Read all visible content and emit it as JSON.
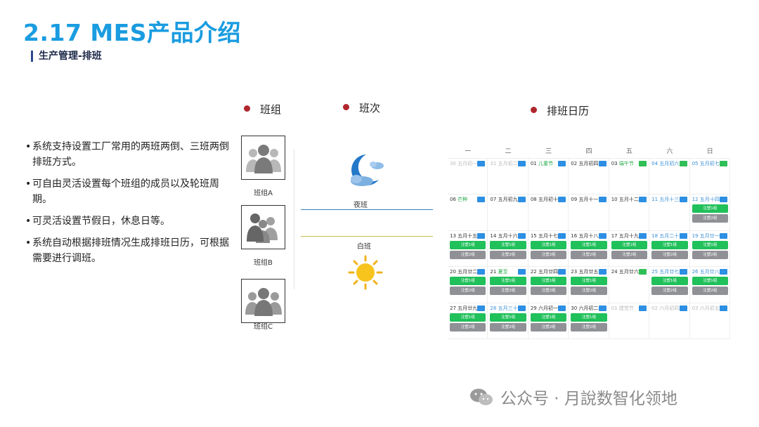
{
  "slide": {
    "title": "2.17 MES产品介绍",
    "subtitle": "生产管理-排班"
  },
  "bullets": [
    "系统支持设置工厂常用的两班两倒、三班两倒排班方式。",
    "可自由灵活设置每个班组的成员以及轮班周期。",
    "可灵活设置节假日，休息日等。",
    "系统自动根据排班情况生成排班日历，可根据需要进行调班。"
  ],
  "sections": {
    "teams": "班组",
    "shifts": "班次",
    "calendar": "排班日历"
  },
  "teams": [
    "班组A",
    "班组B",
    "班组C"
  ],
  "shifts": [
    {
      "name": "夜班",
      "icon": "moon-cloud-icon",
      "line_color": "#3a7fc0"
    },
    {
      "name": "白班",
      "icon": "sun-icon",
      "line_color": "#c6c04a"
    }
  ],
  "calendar": {
    "weekdays": [
      "一",
      "二",
      "三",
      "四",
      "五",
      "六",
      "日"
    ],
    "button_labels": {
      "team1": "注塑1组",
      "team2": "注塑2组"
    },
    "cells": [
      {
        "date": "30",
        "lunar": "五月初一",
        "tag": "b",
        "dim": true
      },
      {
        "date": "31",
        "lunar": "五月初二",
        "tag": "b",
        "dim": true
      },
      {
        "date": "01",
        "lunar": "儿童节",
        "tag": "b",
        "holiday": true
      },
      {
        "date": "02",
        "lunar": "五月初四",
        "tag": "b"
      },
      {
        "date": "03",
        "lunar": "端午节",
        "tag": "g",
        "holiday": true
      },
      {
        "date": "04",
        "lunar": "五月初六",
        "tag": "g",
        "blue": true
      },
      {
        "date": "05",
        "lunar": "五月初七",
        "tag": "g",
        "blue": true
      },
      {
        "date": "06",
        "lunar": "芒种",
        "tag": "b",
        "holiday": true
      },
      {
        "date": "07",
        "lunar": "五月初九",
        "tag": "b"
      },
      {
        "date": "08",
        "lunar": "五月初十",
        "tag": "b"
      },
      {
        "date": "09",
        "lunar": "五月十一",
        "tag": "b"
      },
      {
        "date": "10",
        "lunar": "五月十二",
        "tag": "b"
      },
      {
        "date": "11",
        "lunar": "五月十三",
        "tag": "b",
        "blue": true
      },
      {
        "date": "12",
        "lunar": "五月十四",
        "tag": "b",
        "blue": true,
        "buttons": [
          "g",
          "gr"
        ]
      },
      {
        "date": "13",
        "lunar": "五月十五",
        "tag": "b",
        "buttons": [
          "g",
          "gr"
        ]
      },
      {
        "date": "14",
        "lunar": "五月十六",
        "tag": "b",
        "buttons": [
          "g",
          "gr"
        ]
      },
      {
        "date": "15",
        "lunar": "五月十七",
        "tag": "b",
        "buttons": [
          "g",
          "gr"
        ]
      },
      {
        "date": "16",
        "lunar": "五月十八",
        "tag": "b",
        "buttons": [
          "g",
          "gr"
        ]
      },
      {
        "date": "17",
        "lunar": "五月十九",
        "tag": "b",
        "buttons": [
          "g",
          "gr"
        ]
      },
      {
        "date": "18",
        "lunar": "五月二十",
        "tag": "b",
        "blue": true,
        "buttons": [
          "g",
          "gr"
        ]
      },
      {
        "date": "19",
        "lunar": "五月廿一",
        "tag": "b",
        "blue": true,
        "buttons": [
          "g",
          "gr"
        ]
      },
      {
        "date": "20",
        "lunar": "五月廿二",
        "tag": "b",
        "buttons": [
          "g",
          "gr"
        ]
      },
      {
        "date": "21",
        "lunar": "夏至",
        "tag": "b",
        "holiday": true,
        "buttons": [
          "g",
          "gr"
        ]
      },
      {
        "date": "22",
        "lunar": "五月廿四",
        "tag": "b",
        "buttons": [
          "g",
          "gr"
        ]
      },
      {
        "date": "23",
        "lunar": "五月廿五",
        "tag": "b",
        "buttons": [
          "g",
          "gr"
        ]
      },
      {
        "date": "24",
        "lunar": "五月廿六",
        "tag": "g"
      },
      {
        "date": "25",
        "lunar": "五月廿七",
        "tag": "b",
        "blue": true,
        "buttons": [
          "g",
          "gr"
        ]
      },
      {
        "date": "26",
        "lunar": "五月廿八",
        "tag": "b",
        "blue": true,
        "buttons": [
          "g",
          "gr"
        ]
      },
      {
        "date": "27",
        "lunar": "五月廿九",
        "tag": "b",
        "buttons": [
          "g",
          "gr"
        ]
      },
      {
        "date": "28",
        "lunar": "五月三十",
        "tag": "b",
        "blue": true,
        "buttons": [
          "g",
          "gr"
        ]
      },
      {
        "date": "29",
        "lunar": "六月初一",
        "tag": "b",
        "buttons": [
          "g",
          "gr"
        ]
      },
      {
        "date": "30",
        "lunar": "六月初二",
        "tag": "b",
        "buttons": [
          "g",
          "gr"
        ]
      },
      {
        "date": "01",
        "lunar": "建党节",
        "tag": "b",
        "dim": true
      },
      {
        "date": "02",
        "lunar": "六月初四",
        "tag": "b",
        "dim": true
      },
      {
        "date": "03",
        "lunar": "六月初五",
        "tag": "b",
        "dim": true
      }
    ]
  },
  "watermark": "公众号 · 月說数智化领地",
  "colors": {
    "title": "#1a9ce0",
    "accent_dot": "#b0262d",
    "btn_green": "#20c05a",
    "btn_gray": "#8f9196",
    "tag_blue": "#2c8fe3"
  }
}
